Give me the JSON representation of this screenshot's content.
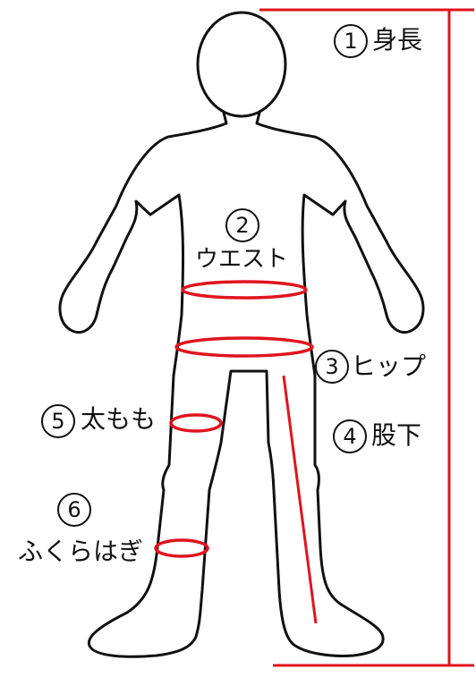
{
  "colors": {
    "accent": "#e0141e",
    "outline": "#111111",
    "background": "#ffffff"
  },
  "measurements": [
    {
      "number": "1",
      "label": "身長"
    },
    {
      "number": "2",
      "label": "ウエスト"
    },
    {
      "number": "3",
      "label": "ヒップ"
    },
    {
      "number": "4",
      "label": "股下"
    },
    {
      "number": "5",
      "label": "太もも"
    },
    {
      "number": "6",
      "label": "ふくらはぎ"
    }
  ]
}
